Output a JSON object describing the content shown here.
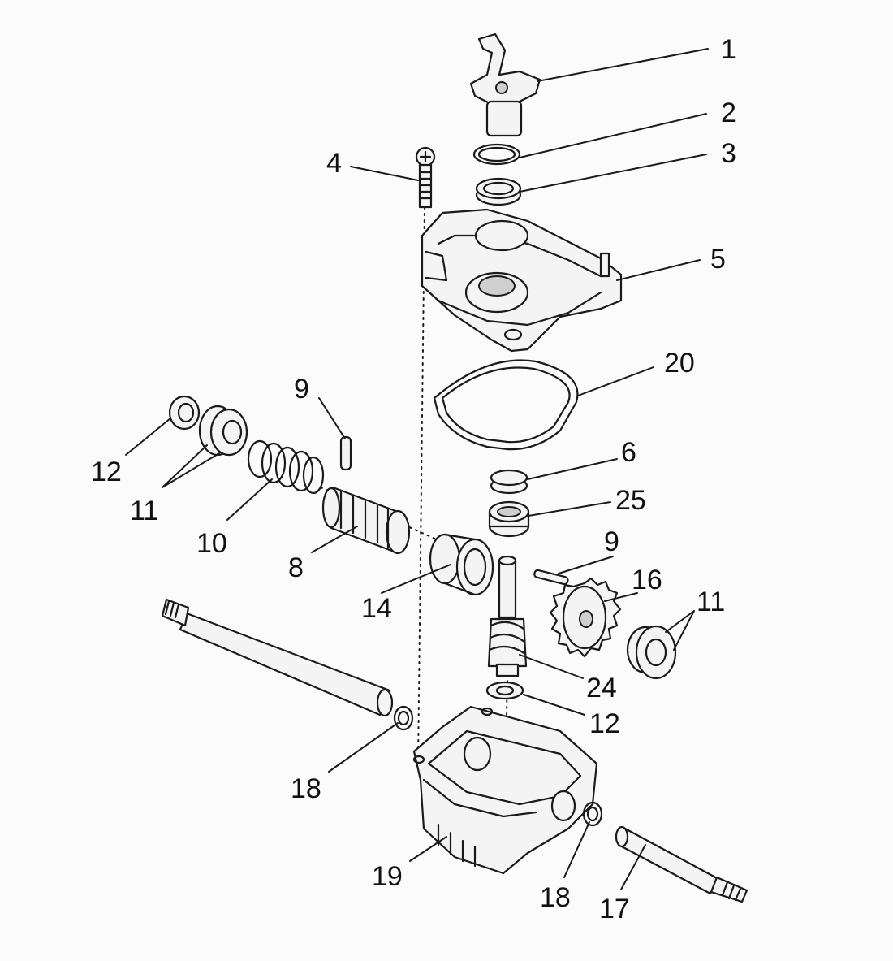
{
  "diagram": {
    "labels": {
      "p1": "1",
      "p2": "2",
      "p3": "3",
      "p4": "4",
      "p5": "5",
      "p20": "20",
      "p9a": "9",
      "p12a": "12",
      "p11a": "11",
      "p10": "10",
      "p6": "6",
      "p25": "25",
      "p8": "8",
      "p9b": "9",
      "p16": "16",
      "p11b": "11",
      "p14": "14",
      "p24": "24",
      "p12b": "12",
      "p18a": "18",
      "p19": "19",
      "p18b": "18",
      "p17": "17"
    },
    "line_color": "#1a1a1a",
    "fill_color": "#f4f4f4"
  }
}
